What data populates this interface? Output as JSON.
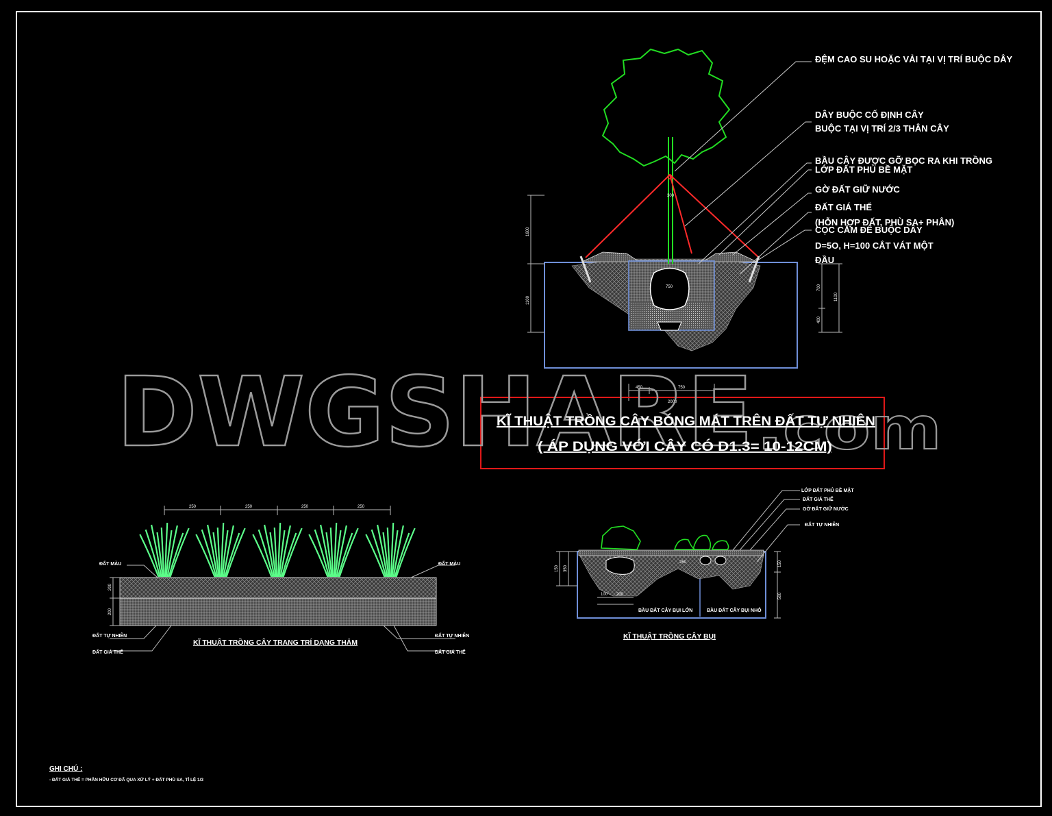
{
  "watermark": {
    "main": "DWGSHARE",
    "suffix": ".com"
  },
  "tree_labels": [
    "ĐỆM CAO SU HOẶC VẢI TẠI VỊ TRÍ BUỘC DÂY",
    "DÂY BUỘC CỐ ĐỊNH CÂY",
    "BUỘC TẠI VỊ TRÍ 2/3 THÂN CÂY",
    "BẦU CÂY ĐƯỢC GỠ BỌC RA KHI TRỒNG",
    "LỚP ĐẤT PHỦ BỀ MẶT",
    "GỜ ĐẤT GIỮ NƯỚC",
    "ĐẤT GIÁ THỂ",
    "(HỖN HỢP ĐẤT, PHÙ SA+ PHÂN)",
    "CỌC CẮM ĐỂ BUỘC DÂY",
    "D=5O, H=100 CẮT VÁT MỘT",
    "ĐẦU"
  ],
  "tree_dims": {
    "top": "1600",
    "left": "1100",
    "right_a": "700",
    "right_b": "400",
    "right_total": "1100",
    "bottom_a": "450",
    "bottom_b": "750",
    "bottom_total": "2000",
    "root_ball": "750",
    "trunk": "300"
  },
  "tree_title": {
    "line1": "KĨ THUẬT TRỒNG CÂY BÓNG MÁT TRÊN ĐẤT TỰ NHIÊN",
    "line2": "( ÁP DỤNG VỚI CÂY CÓ D1.3= 10-12CM)"
  },
  "carpet": {
    "title": "KĨ THUẬT TRỒNG CÂY TRANG TRÍ DẠNG THẢM",
    "spacing": [
      "250",
      "250",
      "250",
      "250"
    ],
    "left_top": "ĐẤT MÀU",
    "right_top": "ĐẤT MÀU",
    "left_b1": "ĐẤT TỰ NHIÊN",
    "left_b2": "ĐẤT GIÁ THỂ",
    "right_b1": "ĐẤT TỰ NHIÊN",
    "right_b2": "ĐẤT GIÁ THỂ",
    "dim_a": "200",
    "dim_b": "200"
  },
  "shrub": {
    "title": "KĨ THUẬT TRỒNG CÂY BỤI",
    "labels": [
      "LỚP ĐẤT PHỦ BỀ MẶT",
      "ĐẤT GIÁ THỂ",
      "GỜ ĐẤT GIỮ NƯỚC",
      "ĐẤT TỰ NHIÊN"
    ],
    "bottom_left": "BẦU ĐẤT CÂY BỤI LỚN",
    "bottom_right": "BẦU ĐẤT CÂY BỤI NHỎ",
    "dim_250": "250",
    "dim_100": "100",
    "dim_200": "200",
    "dim_left_a": "150",
    "dim_left_b": "350",
    "dim_right_a": "150",
    "dim_right_b": "500"
  },
  "notes": {
    "heading": "GHI CHÚ :",
    "line": "- ĐẤT GIÁ THỂ = PHÂN HỮU CƠ ĐÃ QUA XỬ LÝ + ĐẤT PHÙ SA, TỈ LỆ 1/3"
  },
  "colors": {
    "background": "#000000",
    "frame": "#ffffff",
    "tree": "#22dd22",
    "rope": "#ff2a2a",
    "box": "#6f8fd8",
    "title_box": "#e01818",
    "plant": "#5cff8a"
  }
}
